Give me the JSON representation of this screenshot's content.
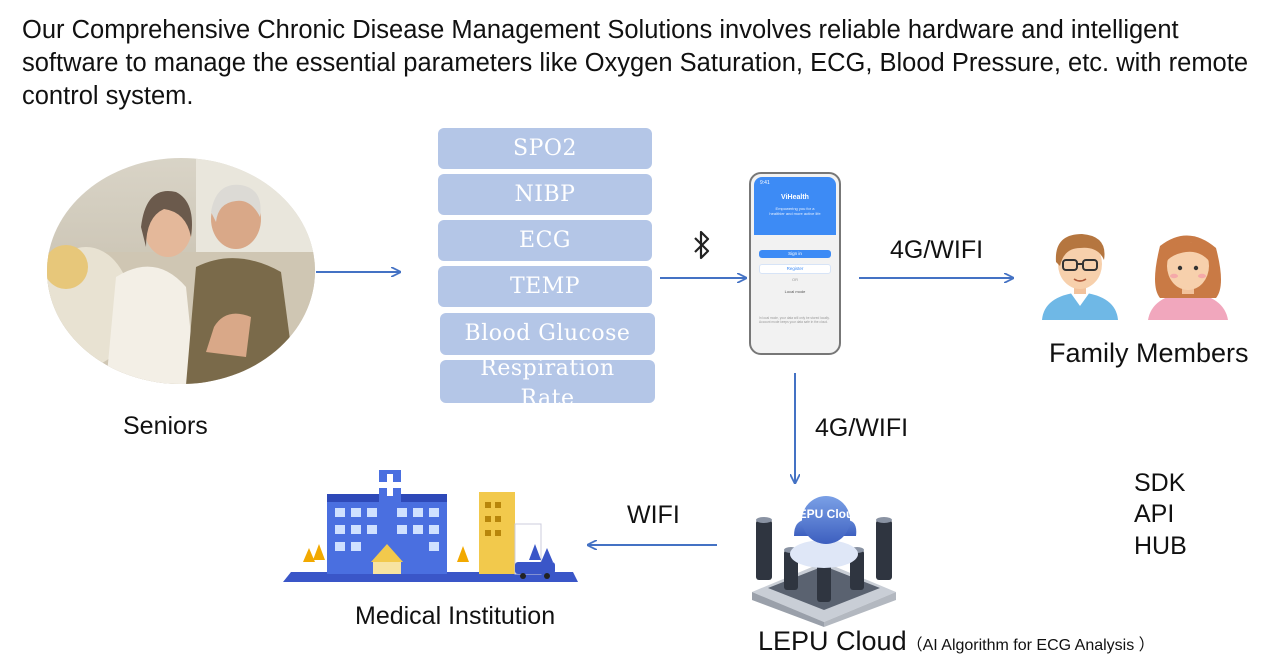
{
  "intro": "Our Comprehensive Chronic Disease Management Solutions involves reliable hardware and intelligent software to manage the essential parameters like Oxygen Saturation, ECG, Blood Pressure, etc. with remote control system.",
  "parameters": [
    "SPO2",
    "NIBP",
    "ECG",
    "TEMP",
    "Blood Glucose",
    "Respiration Rate"
  ],
  "seniors_label": "Seniors",
  "phone": {
    "app_title": "ViHealth",
    "tagline": "Empowering you for a healthier and more active life",
    "sign_in": "Sign in",
    "register": "Register",
    "or": "OR",
    "local_mode": "Local mode",
    "footer_note": "In local mode, your data will only be stored locally. Account mode keeps your data safe in the cloud.",
    "time": "9:41"
  },
  "link_family": "4G/WIFI",
  "family_label": "Family Members",
  "link_cloud": "4G/WIFI",
  "cloud_badge": "LEPU Cloud",
  "cloud_label": "LEPU Cloud",
  "cloud_note": "（AI Algorithm for ECG Analysis ）",
  "link_medical": "WIFI",
  "medical_label": "Medical Institution",
  "integrations": [
    "SDK",
    "API",
    "HUB"
  ],
  "colors": {
    "arrow": "#4472c4",
    "param_box": "#b4c6e7",
    "app_blue": "#3d8bf5"
  }
}
